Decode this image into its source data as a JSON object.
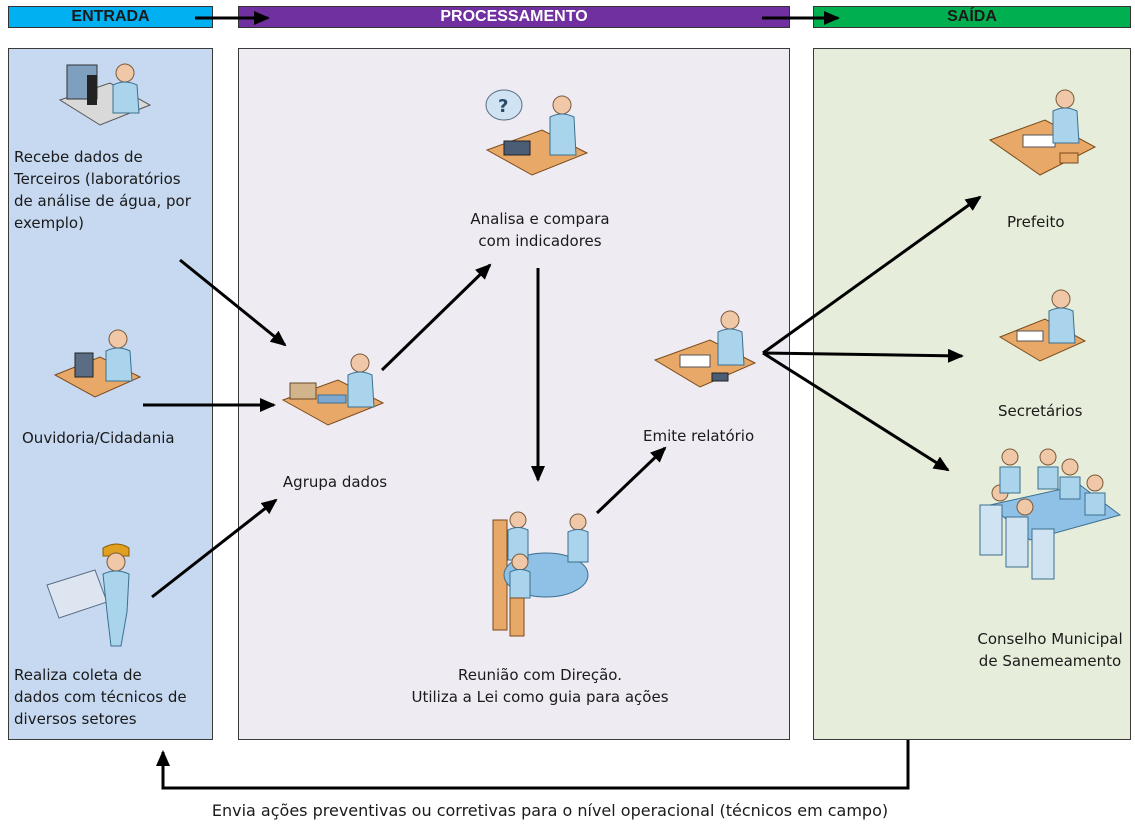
{
  "headers": {
    "entrada": "ENTRADA",
    "processamento": "PROCESSAMENTO",
    "saida": "SAÍDA"
  },
  "colors": {
    "entrada_header": "#00b0f0",
    "processamento_header": "#7030a0",
    "saida_header": "#00b050",
    "entrada_panel": "#c6d9f1",
    "processamento_panel": "#eeebf3",
    "saida_panel": "#e6eedb"
  },
  "entrada": {
    "terceiros": [
      "Recebe dados de",
      "Terceiros (laboratórios",
      "de análise de água, por",
      "exemplo)"
    ],
    "ouvidoria": "Ouvidoria/Cidadania",
    "coleta": [
      "Realiza coleta de",
      "dados com  técnicos de",
      "diversos setores"
    ]
  },
  "processamento": {
    "agrupa": "Agrupa dados",
    "analisa": [
      "Analisa e compara",
      "com indicadores"
    ],
    "reuniao": [
      "Reunião com Direção.",
      "Utiliza a Lei como guia para ações"
    ],
    "emite": "Emite relatório"
  },
  "saida": {
    "prefeito": "Prefeito",
    "secretarios": "Secretários",
    "conselho": [
      "Conselho Municipal",
      "de Sanemeamento"
    ]
  },
  "feedback": "Envia ações preventivas ou corretivas para o nível operacional (técnicos em campo)",
  "icons": [
    "microscope-worker-icon",
    "computer-user-icon",
    "surveyor-blueprint-icon",
    "desk-with-papers-icon",
    "question-phone-icon",
    "meeting-table-icon",
    "report-desk-icon",
    "executive-desk-icon",
    "secretary-desk-icon",
    "council-table-icon"
  ]
}
